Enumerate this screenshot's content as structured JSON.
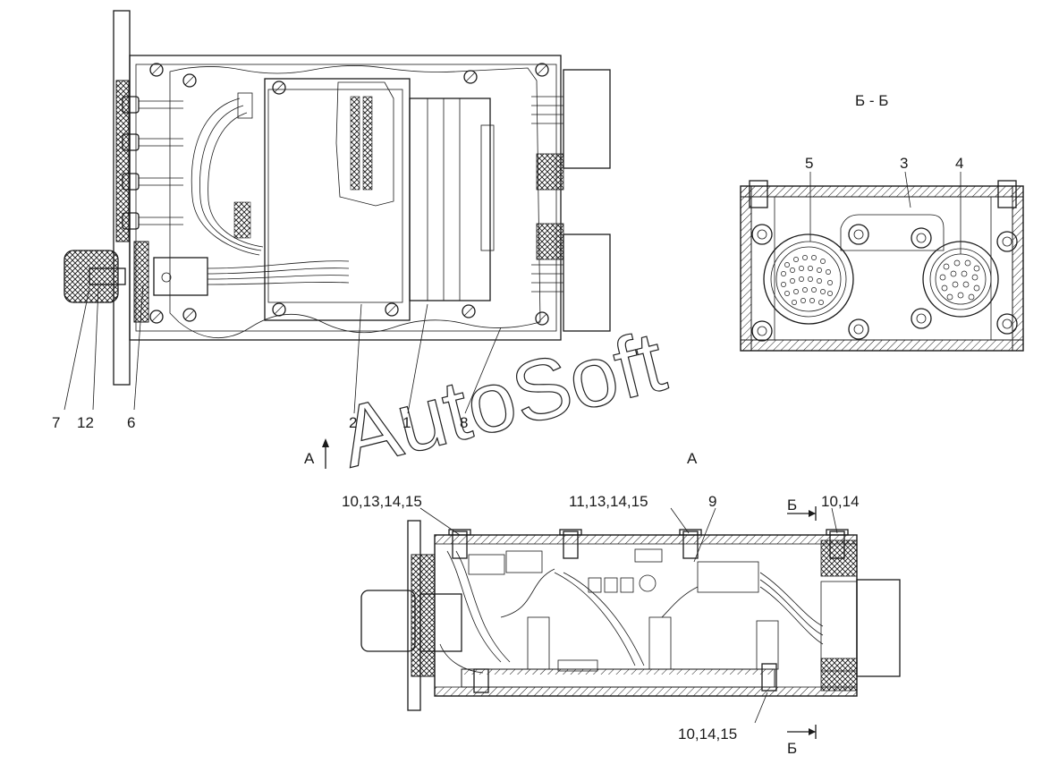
{
  "top_view": {
    "callouts": {
      "c7": "7",
      "c12": "12",
      "c6": "6",
      "c2": "2",
      "c1": "1",
      "c8": "8"
    },
    "view_arrow": "А"
  },
  "section_bb": {
    "title": "Б - Б",
    "callouts": {
      "c5": "5",
      "c3": "3",
      "c4": "4"
    }
  },
  "view_a": {
    "title": "А",
    "callouts": {
      "left_top": "10,13,14,15",
      "mid_top": "11,13,14,15",
      "c9": "9",
      "right_top": "10,14",
      "bottom": "10,14,15"
    },
    "cut_top": "Б",
    "cut_bottom": "Б"
  },
  "watermark": "AutoSoft"
}
